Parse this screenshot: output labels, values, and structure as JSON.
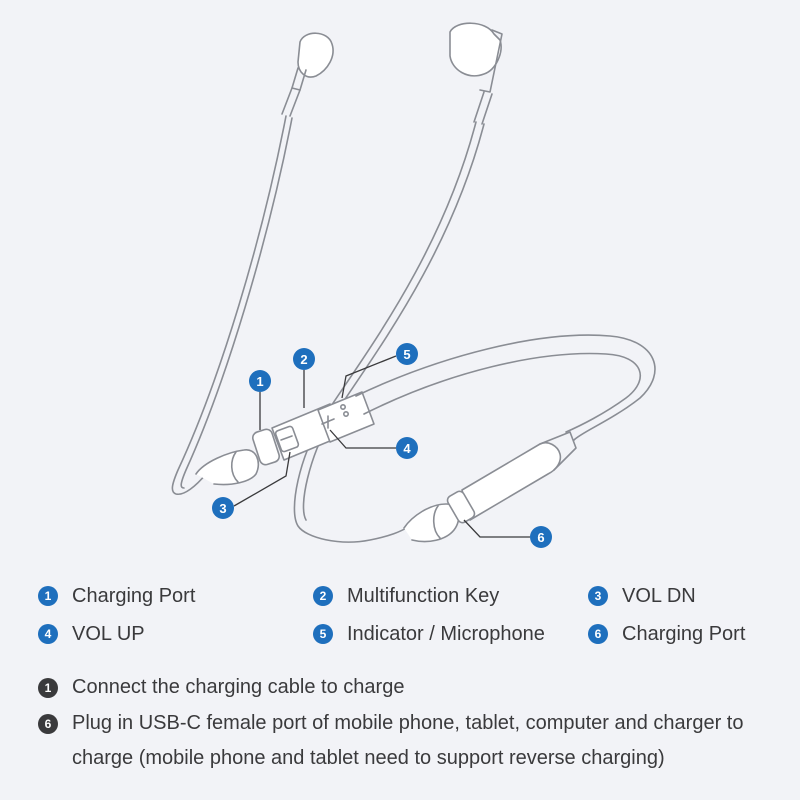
{
  "callouts": [
    {
      "num": "1"
    },
    {
      "num": "2"
    },
    {
      "num": "3"
    },
    {
      "num": "4"
    },
    {
      "num": "5"
    },
    {
      "num": "6"
    }
  ],
  "legend": [
    {
      "num": "1",
      "label": "Charging Port"
    },
    {
      "num": "2",
      "label": "Multifunction Key"
    },
    {
      "num": "3",
      "label": "VOL DN"
    },
    {
      "num": "4",
      "label": "VOL UP"
    },
    {
      "num": "5",
      "label": "Indicator / Microphone"
    },
    {
      "num": "6",
      "label": "Charging Port"
    }
  ],
  "notes": [
    {
      "num": "1",
      "text": "Connect the charging cable to charge"
    },
    {
      "num": "6",
      "text": "Plug in USB-C female port of mobile phone, tablet, computer and charger to charge (mobile phone and tablet need to support reverse charging)"
    }
  ],
  "colors": {
    "background": "#f2f3f7",
    "callout_blue": "#1e6fbd",
    "note_badge": "#3a3a3c",
    "line": "#8a8d94",
    "text": "#3a3a3c"
  }
}
